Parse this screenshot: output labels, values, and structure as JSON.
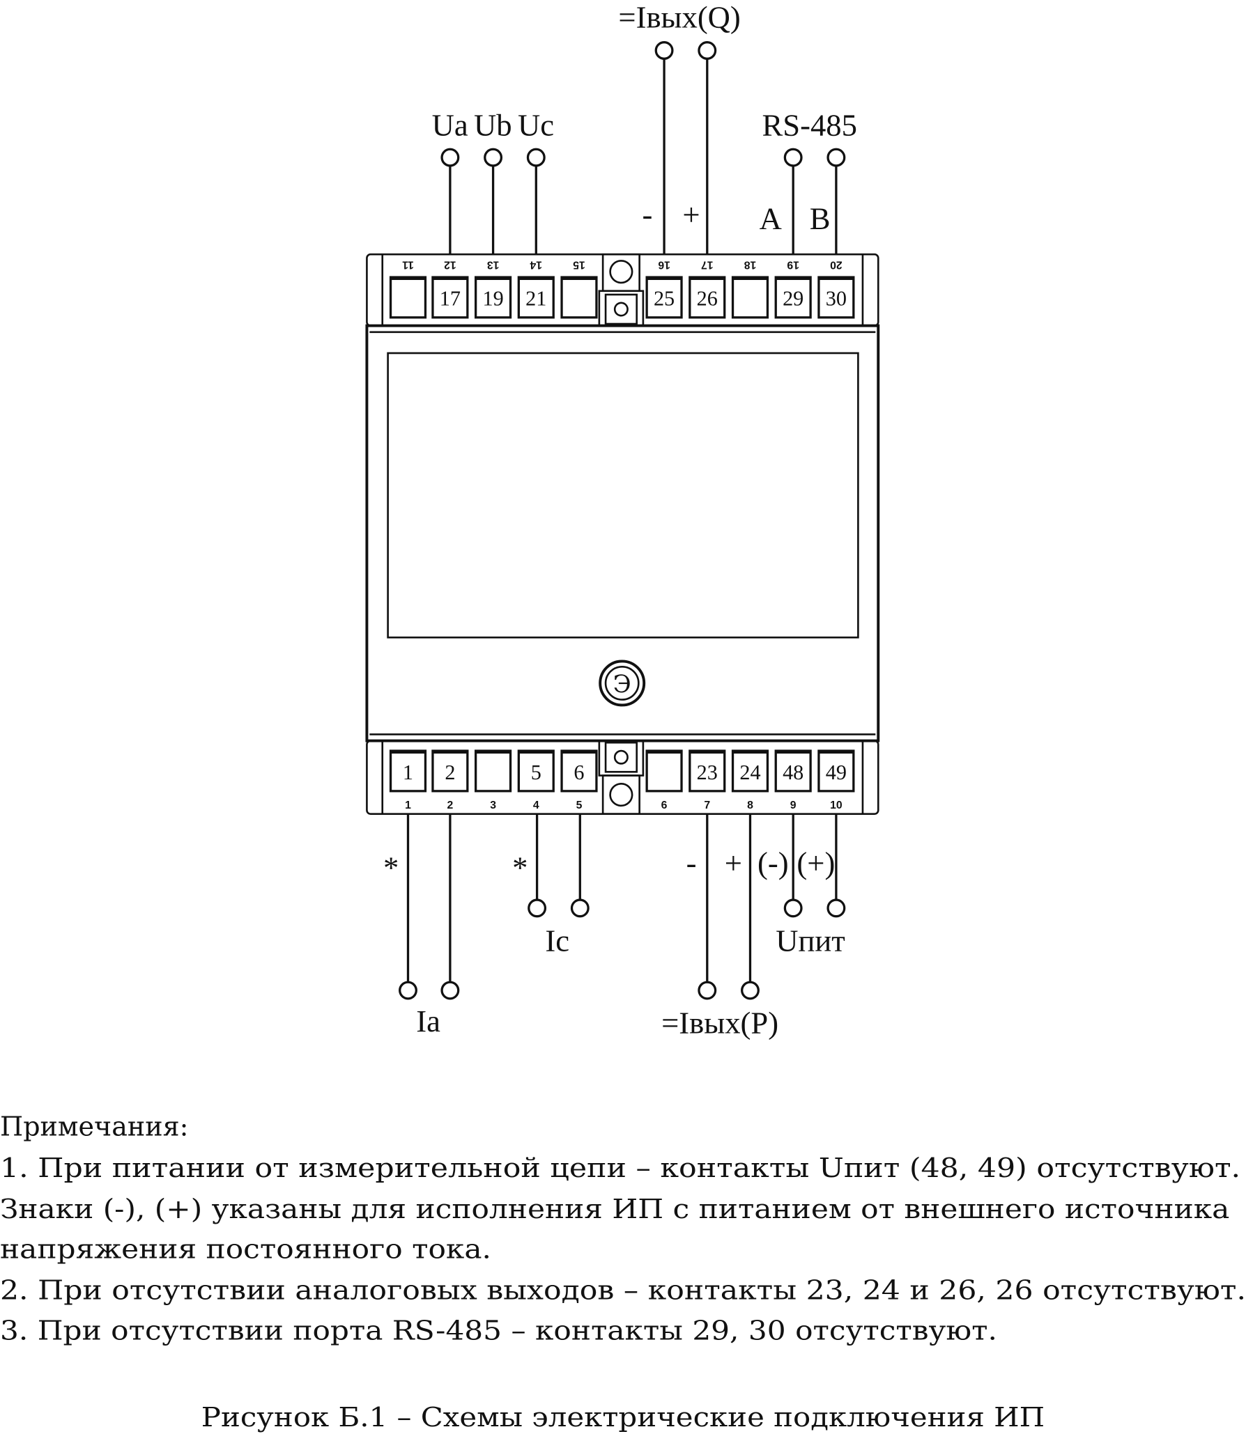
{
  "labels": {
    "ivyx_q": "=Iвых(Q)",
    "ua": "Ua",
    "ub": "Ub",
    "uc": "Uc",
    "rs485": "RS-485",
    "minus_top": "-",
    "plus_top": "+",
    "a": "A",
    "b": "B",
    "star_a": "*",
    "star_c": "*",
    "ic": "Ic",
    "ia": "Ia",
    "minus_bot": "-",
    "plus_bot": "+",
    "minus_pit": "(-)",
    "plus_pit": "(+)",
    "upit": "Uпит",
    "ivyx_p": "=Iвых(P)"
  },
  "top_terminals": [
    {
      "pin": "11",
      "contact": ""
    },
    {
      "pin": "12",
      "contact": "17"
    },
    {
      "pin": "13",
      "contact": "19"
    },
    {
      "pin": "14",
      "contact": "21"
    },
    {
      "pin": "15",
      "contact": ""
    },
    {
      "pin": "16",
      "contact": "25"
    },
    {
      "pin": "17",
      "contact": "26"
    },
    {
      "pin": "18",
      "contact": ""
    },
    {
      "pin": "19",
      "contact": "29"
    },
    {
      "pin": "20",
      "contact": "30"
    }
  ],
  "bottom_terminals": [
    {
      "pin": "1",
      "contact": "1"
    },
    {
      "pin": "2",
      "contact": "2"
    },
    {
      "pin": "3",
      "contact": ""
    },
    {
      "pin": "4",
      "contact": "5"
    },
    {
      "pin": "5",
      "contact": "6"
    },
    {
      "pin": "6",
      "contact": ""
    },
    {
      "pin": "7",
      "contact": "23"
    },
    {
      "pin": "8",
      "contact": "24"
    },
    {
      "pin": "9",
      "contact": "48"
    },
    {
      "pin": "10",
      "contact": "49"
    }
  ],
  "notes": {
    "heading": "Примечания:",
    "lines": [
      "1. При питании от измерительной цепи – контакты Uпит (48, 49) отсутствуют.",
      "Знаки (-), (+) указаны для исполнения ИП с питанием от внешнего источника",
      "напряжения постоянного тока.",
      "2. При отсутствии аналоговых выходов – контакты 23, 24 и 26, 26 отсутствуют.",
      "3. При отсутствии порта RS-485 – контакты 29, 30 отсутствуют."
    ]
  },
  "caption": "Рисунок Б.1 – Схемы электрические подключения ИП"
}
